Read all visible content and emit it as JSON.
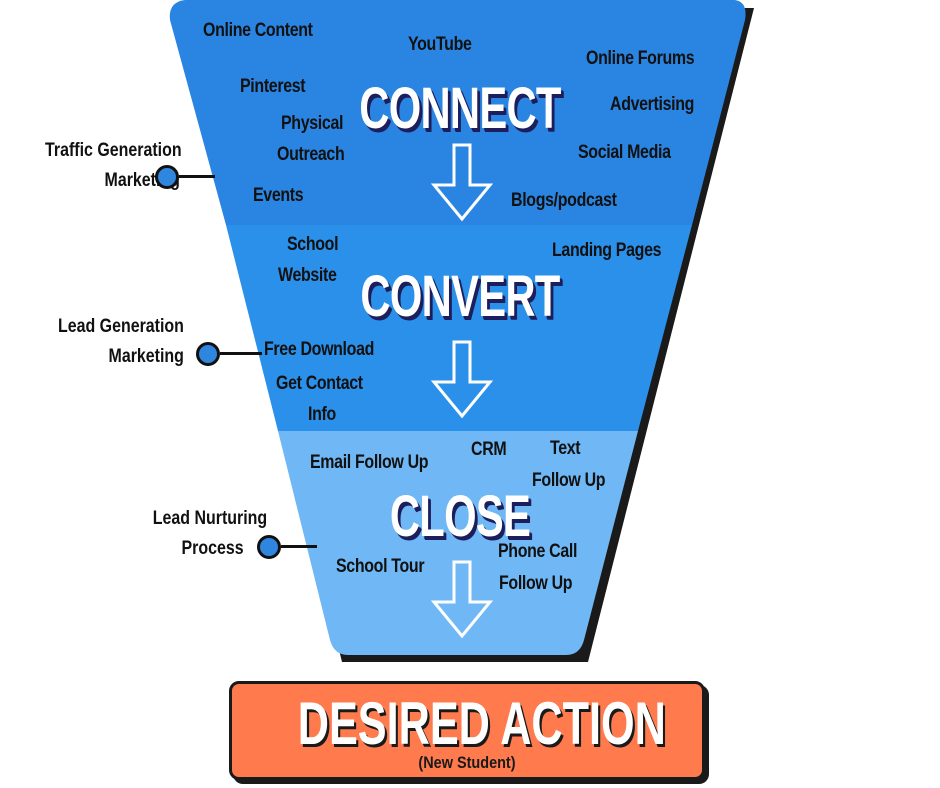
{
  "colors": {
    "connect": "#2a85e2",
    "convert": "#2b90ea",
    "close": "#6fb8f5",
    "outline": "#1a1a1a",
    "action": "#ff7a4d",
    "marker": "#2f86df"
  },
  "stages": {
    "connect": {
      "title": "CONNECT",
      "items": [
        "Online Content",
        "YouTube",
        "Online Forums",
        "Pinterest",
        "Advertising",
        "Physical",
        "Outreach",
        "Social Media",
        "Events",
        "Blogs/podcast"
      ]
    },
    "convert": {
      "title": "CONVERT",
      "items": [
        "School",
        "Website",
        "Landing Pages",
        "Free Download",
        "Get Contact",
        "Info"
      ]
    },
    "close": {
      "title": "CLOSE",
      "items": [
        "Email Follow Up",
        "CRM",
        "Text",
        "Follow Up",
        "School Tour",
        "Phone Call",
        "Follow Up"
      ]
    }
  },
  "side_labels": [
    {
      "line1": "Traffic Generation",
      "line2": "Marketing"
    },
    {
      "line1": "Lead Generation",
      "line2": "Marketing"
    },
    {
      "line1": "Lead Nurturing",
      "line2": "Process"
    }
  ],
  "action": {
    "title": "DESIRED ACTION",
    "subtitle": "(New Student)"
  },
  "icons": [
    "down-arrow-icon",
    "down-arrow-icon",
    "down-arrow-icon"
  ]
}
